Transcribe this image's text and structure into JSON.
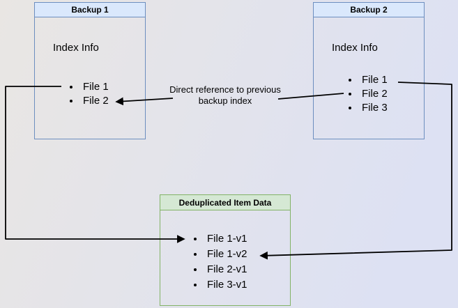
{
  "diagram": {
    "backup1": {
      "title": "Backup 1",
      "label": "Index Info",
      "files": [
        "File 1",
        "File 2"
      ]
    },
    "backup2": {
      "title": "Backup 2",
      "label": "Index Info",
      "files": [
        "File 1",
        "File 2",
        "File 3"
      ]
    },
    "dedup": {
      "title": "Deduplicated Item Data",
      "files": [
        "File 1-v1",
        "File 1-v2",
        "File 2-v1",
        "File 3-v1"
      ]
    },
    "annotation": {
      "text": "Direct reference to previous backup index"
    },
    "colors": {
      "blue_header_bg": "#dae8fc",
      "blue_border": "#6c8ebf",
      "green_header_bg": "#d5e8d4",
      "green_border": "#82b366",
      "arrow": "#000000",
      "bg_from": "#e9e6e3",
      "bg_to": "#dde1f3"
    }
  }
}
